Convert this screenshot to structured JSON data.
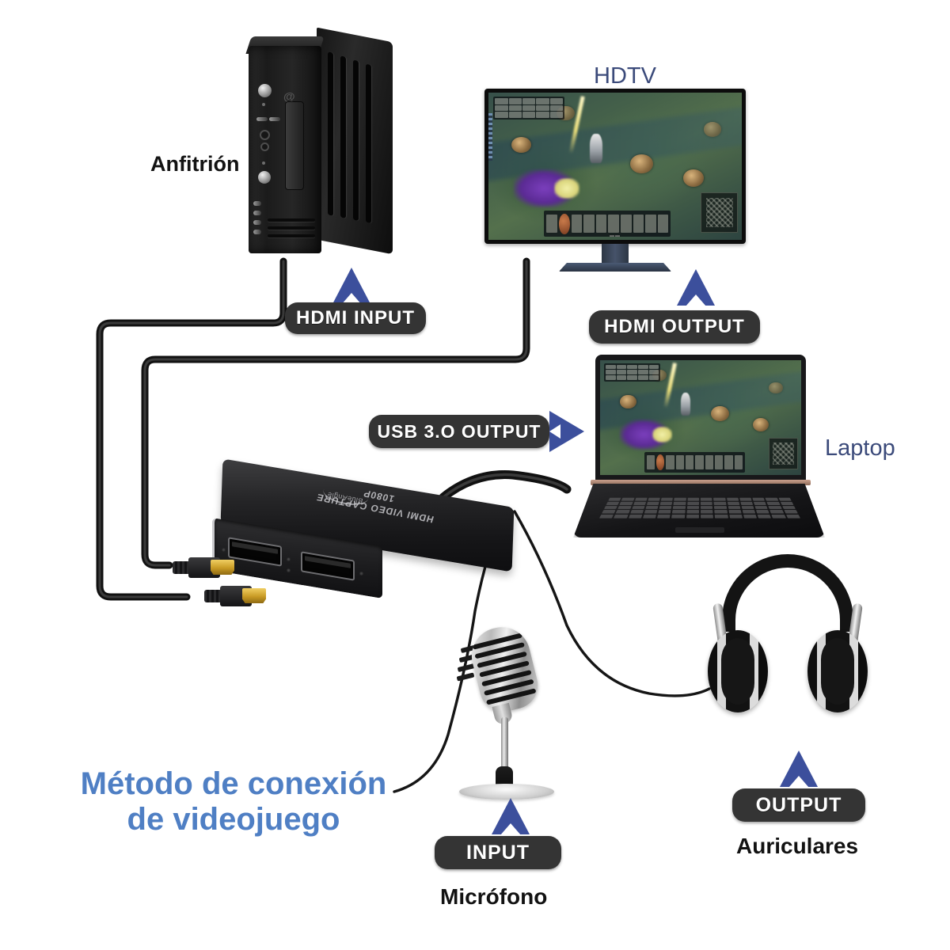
{
  "diagram": {
    "title_line1": "Método de conexión",
    "title_line2": "de videojuego",
    "title_color": "#4f7fc4",
    "background": "#ffffff",
    "accent_arrow_color": "#3c4f9c",
    "pill_color": "#343434"
  },
  "devices": {
    "host": {
      "label": "Anfitrión",
      "label_color": "#121212"
    },
    "hdtv": {
      "label": "HDTV",
      "label_color": "#3b4a7a"
    },
    "laptop": {
      "label": "Laptop",
      "label_color": "#3b4a7a"
    },
    "microphone": {
      "label": "Micrófono",
      "label_color": "#121212"
    },
    "headphones": {
      "label": "Auriculares",
      "label_color": "#121212"
    },
    "capture_card": {
      "brand_text": "HDMI VIDEO CAPTURE",
      "model_text": "1080P",
      "logo_text": "BlueAngle"
    }
  },
  "ports": {
    "hdmi_input": {
      "label": "HDMI  INPUT",
      "arrow": "arrow-up-icon"
    },
    "hdmi_output": {
      "label": "HDMI  OUTPUT",
      "arrow": "arrow-up-icon"
    },
    "usb_output": {
      "label": "USB 3.O OUTPUT",
      "arrow": "arrow-right-icon"
    },
    "mic_input": {
      "label": "INPUT",
      "arrow": "arrow-up-icon"
    },
    "headphone_output": {
      "label": "OUTPUT",
      "arrow": "arrow-up-icon"
    }
  },
  "screens": {
    "hdtv_content": "moba-game-screenshot",
    "laptop_content": "moba-game-screenshot"
  }
}
